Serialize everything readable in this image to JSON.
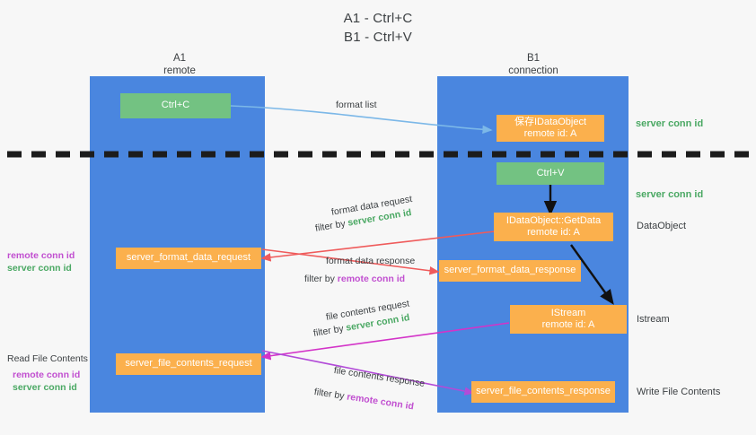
{
  "title": {
    "line1": "A1 - Ctrl+C",
    "line2": "B1 - Ctrl+V"
  },
  "colors": {
    "background": "#f7f7f7",
    "lane": "#4a86df",
    "green_node": "#73c282",
    "orange_node": "#fbb04d",
    "green_text": "#4aa863",
    "purple_text": "#c14fd0",
    "blue_arrow": "#7cb8e8",
    "red_arrow": "#ef5b5b",
    "magenta_arrow": "#d333c8",
    "purple_arrow": "#b24bd8",
    "black_arrow": "#111111",
    "text": "#3c4043"
  },
  "lanes": [
    {
      "name": "A1",
      "subtitle": "remote"
    },
    {
      "name": "B1",
      "subtitle": "connection"
    }
  ],
  "nodes": {
    "ctrl_c": {
      "line1": "Ctrl+C",
      "line2": ""
    },
    "save_idataobject": {
      "line1": "保存IDataObject",
      "line2": "remote id: A"
    },
    "ctrl_v": {
      "line1": "Ctrl+V",
      "line2": ""
    },
    "getdata": {
      "line1": "IDataObject::GetData",
      "line2": "remote id: A"
    },
    "istream": {
      "line1": "IStream",
      "line2": "remote id: A"
    },
    "server_format_data_request": {
      "line1": "server_format_data_request",
      "line2": ""
    },
    "server_format_data_response": {
      "line1": "server_format_data_response",
      "line2": ""
    },
    "server_file_contents_request": {
      "line1": "server_file_contents_request",
      "line2": ""
    },
    "server_file_contents_response": {
      "line1": "server_file_contents_response",
      "line2": ""
    }
  },
  "edge_labels": {
    "format_list": "format list",
    "format_data_request": "format data request",
    "format_data_request_filter_prefix": "filter by ",
    "format_data_request_filter_value": "server conn id",
    "format_data_response": "format data response",
    "format_data_response_filter_prefix": "filter by ",
    "format_data_response_filter_value": "remote conn id",
    "file_contents_request": "file contents request",
    "file_contents_request_filter_prefix": "filter by ",
    "file_contents_request_filter_value": "server conn id",
    "file_contents_response": "file contents response",
    "file_contents_response_filter_prefix": "filter by ",
    "file_contents_response_filter_value": "remote conn id"
  },
  "side_notes": {
    "left_mid_remote": "remote conn id",
    "left_mid_server": "server conn id",
    "read_file_contents": "Read File Contents",
    "left_low_remote": "remote conn id",
    "left_low_server": "server conn id"
  },
  "right_notes": {
    "server_conn_id_top": "server conn id",
    "server_conn_id_mid": "server conn id",
    "dataobject": "DataObject",
    "istream": "Istream",
    "write_file_contents": "Write File Contents"
  }
}
